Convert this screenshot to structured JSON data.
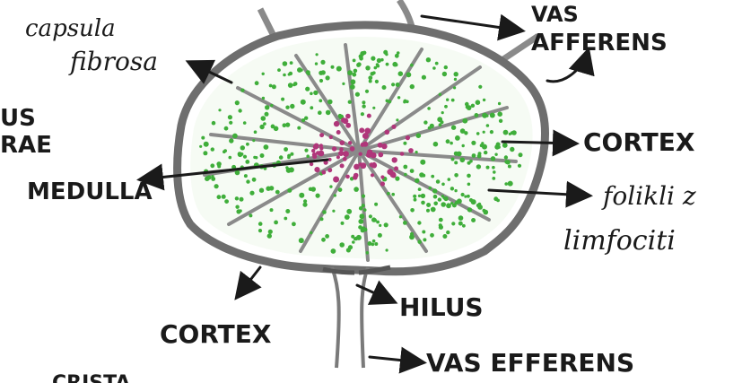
{
  "colors": {
    "follicle_green": "#3fae3a",
    "medulla_magenta": "#b0367a",
    "septa_gray": "#8a8a8a",
    "capsule_gray": "#6e6e6e",
    "ink": "#1a1a1a"
  },
  "labels": {
    "capsula_fibrosa_1": "capsula",
    "capsula_fibrosa_2": "fibrosa",
    "vas_afferens_1": "VAS",
    "vas_afferens_2": "AFFERENS",
    "cortex_right": "CORTEX",
    "follicoli_1": "folikli z",
    "follicoli_2": "limfociti",
    "medulla": "MEDULLA",
    "partial_left_1": "US",
    "partial_left_2": "RAE",
    "hilus": "HILUS",
    "cortex_bottom": "CORTEX",
    "vas_efferens": "VAS EFFERENS",
    "partial_bottom": "CRISTA"
  }
}
